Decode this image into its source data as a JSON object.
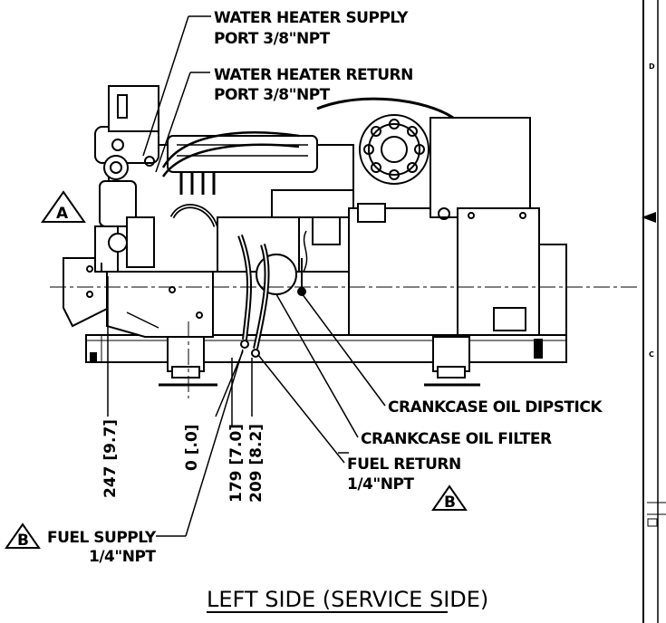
{
  "callouts": {
    "water_heater_supply_line1": "WATER HEATER SUPPLY",
    "water_heater_supply_line2": "PORT 3/8\"NPT",
    "water_heater_return_line1": "WATER HEATER RETURN",
    "water_heater_return_line2": "PORT 3/8\"NPT",
    "crankcase_oil_dipstick": "CRANKCASE OIL DIPSTICK",
    "crankcase_oil_filter": "CRANKCASE OIL FILTER",
    "fuel_return_line1": "FUEL RETURN",
    "fuel_return_line2": "1/4\"NPT",
    "fuel_supply_line1": "FUEL SUPPLY",
    "fuel_supply_line2": "1/4\"NPT"
  },
  "markers": {
    "a": "A",
    "b_return": "B",
    "b_supply": "B"
  },
  "dimensions": {
    "d247": "247 [9.7]",
    "d0": "0 [.0]",
    "d179": "179 [7.0]",
    "d209": "209 [8.2]"
  },
  "title": "LEFT SIDE (SERVICE SIDE)",
  "border": {
    "zone_d": "D",
    "zone_c": "C"
  }
}
